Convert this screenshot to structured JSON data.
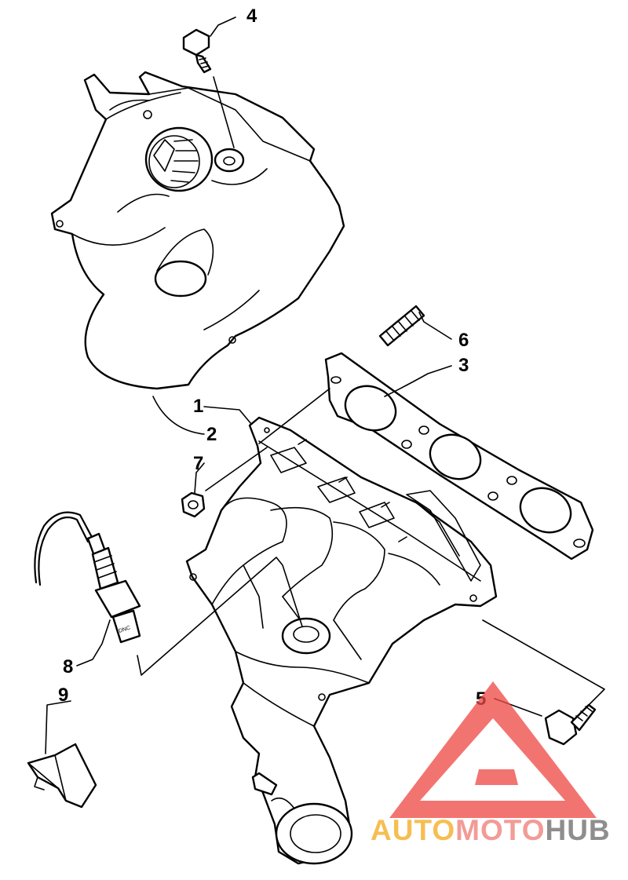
{
  "diagram": {
    "callouts": [
      {
        "id": "callout-1",
        "label": "1"
      },
      {
        "id": "callout-2",
        "label": "2"
      },
      {
        "id": "callout-3",
        "label": "3"
      },
      {
        "id": "callout-4",
        "label": "4"
      },
      {
        "id": "callout-5",
        "label": "5"
      },
      {
        "id": "callout-6",
        "label": "6"
      },
      {
        "id": "callout-7",
        "label": "7"
      },
      {
        "id": "callout-8",
        "label": "8"
      },
      {
        "id": "callout-9",
        "label": "9"
      }
    ],
    "sensor_marking": "DNC"
  },
  "watermark": {
    "part1": "AUTO",
    "part2": "MOTO",
    "part3": "HUB",
    "colors": {
      "auto": "#f5b335",
      "moto": "#f08a85",
      "hub": "#7b7b7b",
      "logo": "#ee4a46"
    }
  }
}
